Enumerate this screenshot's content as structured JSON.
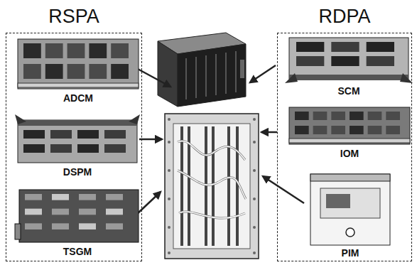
{
  "diagram": {
    "nodes": [
      {
        "text": [
          "RSPA"
        ]
      },
      {
        "text": [
          "ADCM"
        ],
        "in": 0
      },
      {
        "text": [
          "DSPM"
        ],
        "in": 0
      },
      {
        "text": [
          "TSGM"
        ],
        "in": 0
      },
      {
        "text": [
          "RDPA"
        ]
      },
      {
        "text": [
          "SCM"
        ],
        "in": 4
      },
      {
        "text": [
          "IOM"
        ],
        "in": 4
      },
      {
        "text": [
          "PIM"
        ],
        "in": 4
      }
    ]
  }
}
